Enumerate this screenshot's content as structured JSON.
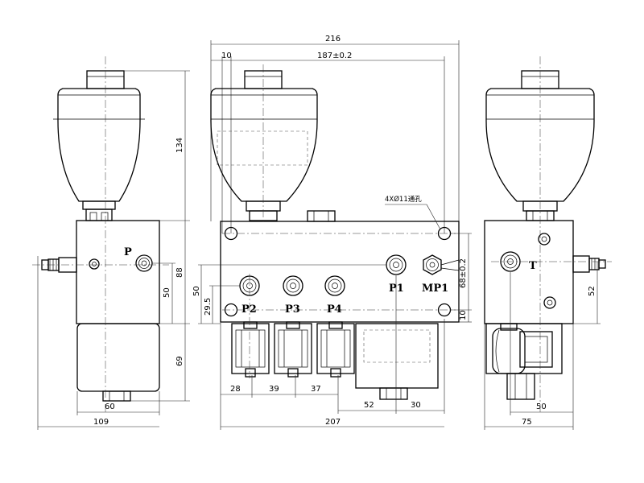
{
  "dimensions": {
    "overall_width": "216",
    "left_offset": "10",
    "hole_spacing": "187±0.2",
    "accumulator_height": "134",
    "block_height": "88",
    "port_p_height": "50",
    "motor_height": "69",
    "motor_offset": "60",
    "left_view_width": "109",
    "front_port_height": "50",
    "front_port_row": "29.5",
    "hole_vertical": "68±0.2",
    "bottom_offset": "10",
    "spacing_28": "28",
    "spacing_39": "39",
    "spacing_37": "37",
    "spacing_52": "52",
    "spacing_30": "30",
    "front_total": "207",
    "right_view_height": "52",
    "right_view_offset": "50",
    "right_view_width": "75"
  },
  "ports": {
    "p": "P",
    "p1": "P1",
    "p2": "P2",
    "p3": "P3",
    "p4": "P4",
    "mp1": "MP1",
    "t": "T"
  },
  "notes": {
    "through_holes": "4XØ11通孔"
  }
}
